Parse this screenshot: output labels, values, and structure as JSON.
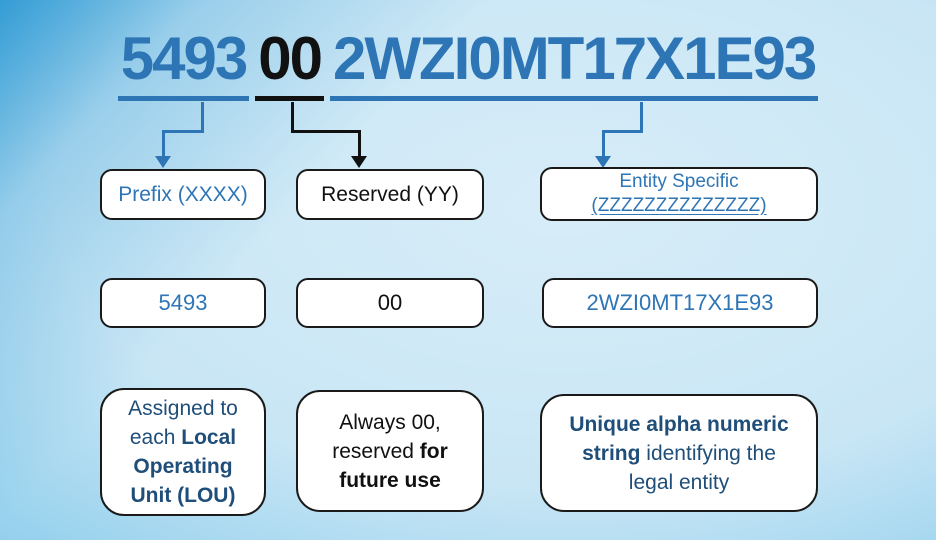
{
  "colors": {
    "accent_blue": "#2E75B6",
    "dark_navy": "#1F4E79",
    "text_black": "#111111",
    "box_border": "#1A1A1A",
    "box_bg": "#FFFFFF",
    "bg_center": "#D7EDF8",
    "bg_edge": "#57B2E0"
  },
  "title": {
    "segments": [
      {
        "text": "5493",
        "color": "blue"
      },
      {
        "text": "00",
        "color": "black"
      },
      {
        "text": "2WZI0MT17X1E93",
        "color": "blue"
      }
    ]
  },
  "columns": [
    {
      "id": "prefix",
      "label_lines": [
        [
          {
            "t": "Prefix (XXXX)"
          }
        ]
      ],
      "value": "5493",
      "description_lines": [
        [
          {
            "t": "Assigned to"
          }
        ],
        [
          {
            "t": "each "
          },
          {
            "t": "Local",
            "b": true
          }
        ],
        [
          {
            "t": "Operating",
            "b": true
          }
        ],
        [
          {
            "t": "Unit (LOU)",
            "b": true
          }
        ]
      ]
    },
    {
      "id": "reserved",
      "label_lines": [
        [
          {
            "t": "Reserved (YY)"
          }
        ]
      ],
      "value": "00",
      "description_lines": [
        [
          {
            "t": "Always 00,"
          }
        ],
        [
          {
            "t": "reserved "
          },
          {
            "t": "for",
            "b": true
          }
        ],
        [
          {
            "t": "future use",
            "b": true
          }
        ]
      ]
    },
    {
      "id": "entity-specific",
      "label_lines": [
        [
          {
            "t": "Entity Specific"
          }
        ],
        [
          {
            "t": "(ZZZZZZZZZZZZZZ)",
            "u": true
          }
        ]
      ],
      "value": "2WZI0MT17X1E93",
      "description_lines": [
        [
          {
            "t": "Unique alpha numeric",
            "b": true
          }
        ],
        [
          {
            "t": "string",
            "b": true
          },
          {
            "t": " identifying the"
          }
        ],
        [
          {
            "t": "legal entity"
          }
        ]
      ]
    }
  ]
}
